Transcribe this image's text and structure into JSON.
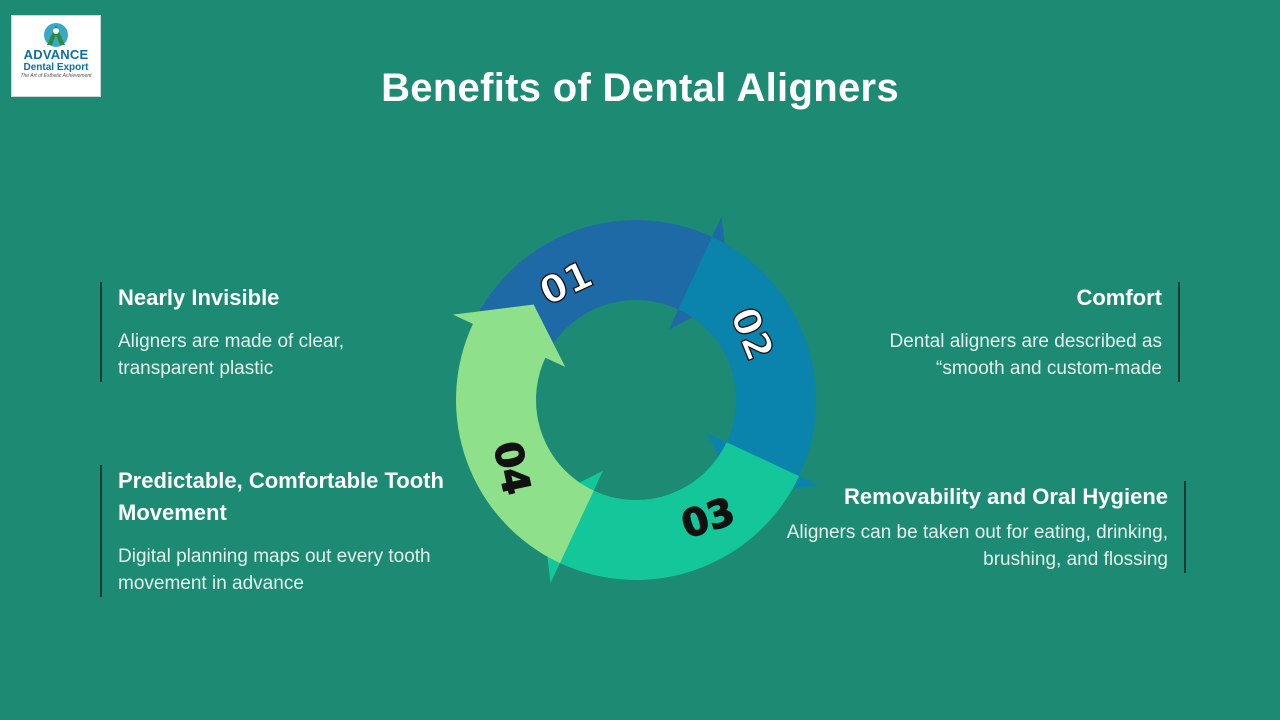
{
  "logo": {
    "name": "ADVANCE",
    "subtitle": "Dental Export",
    "tagline": "The Art of Esthetic Achievement"
  },
  "title": "Benefits of Dental Aligners",
  "cycle": {
    "steps": [
      {
        "number": "01",
        "color": "#1e6aa6"
      },
      {
        "number": "02",
        "color": "#0a84ac"
      },
      {
        "number": "03",
        "color": "#14c79a"
      },
      {
        "number": "04",
        "color": "#8ee08b"
      }
    ]
  },
  "benefits": [
    {
      "heading": "Nearly Invisible",
      "text": "Aligners are made of clear, transparent plastic"
    },
    {
      "heading": "Comfort",
      "text": "Dental aligners are described as “smooth and custom-made"
    },
    {
      "heading": "Predictable, Comfortable Tooth Movement",
      "text": "Digital planning maps out every tooth movement in advance"
    },
    {
      "heading": "Removability and Oral Hygiene",
      "text": "Aligners can be taken out for eating, drinking, brushing, and flossing"
    }
  ],
  "colors": {
    "background": "#1d8a73",
    "divider": "#163c34",
    "logo_accent": "#0c6fa8"
  }
}
